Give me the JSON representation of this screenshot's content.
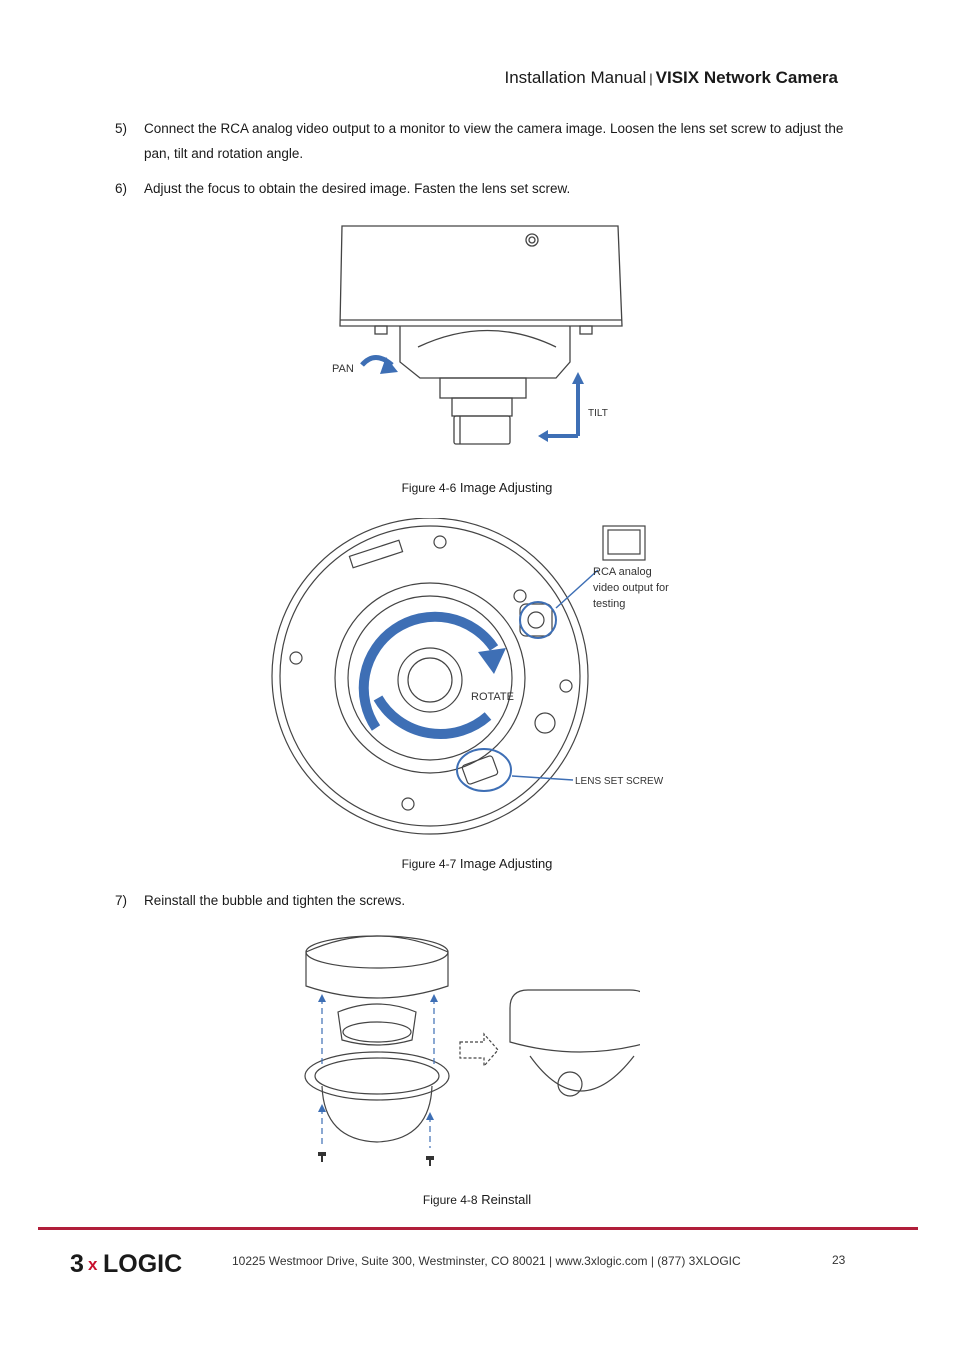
{
  "header": {
    "title_light": "Installation Manual",
    "separator": "|",
    "title_bold": "VISIX Network Camera"
  },
  "steps": [
    {
      "num": "5)",
      "text": "Connect the RCA analog video output to a monitor to view the camera image. Loosen the lens set screw to adjust the pan, tilt and rotation angle."
    },
    {
      "num": "6)",
      "text": "Adjust the focus to obtain the desired image. Fasten the lens set screw."
    },
    {
      "num": "7)",
      "text": "Reinstall the bubble and tighten the screws."
    }
  ],
  "figures": [
    {
      "label": "Figure 4-6",
      "title": "Image Adjusting",
      "annotations": {
        "pan": "PAN",
        "tilt": "TILT"
      }
    },
    {
      "label": "Figure 4-7",
      "title": "Image Adjusting",
      "annotations": {
        "rca_line1": "RCA analog",
        "rca_line2": "video output for",
        "rca_line3": "testing",
        "rotate": "ROTATE",
        "lens_screw": "LENS SET SCREW"
      }
    },
    {
      "label": "Figure 4-8",
      "title": "Reinstall"
    }
  ],
  "footer": {
    "logo_3": "3",
    "logo_x": "x",
    "logo_logic": "LOGIC",
    "address": "10225 Westmoor Drive, Suite 300, Westminster, CO 80021 | www.3xlogic.com | (877) 3XLOGIC",
    "page_number": "23"
  },
  "colors": {
    "accent_rule": "#b01e3a",
    "arrow_blue": "#3e6fb5",
    "logo_red": "#c8102e"
  }
}
